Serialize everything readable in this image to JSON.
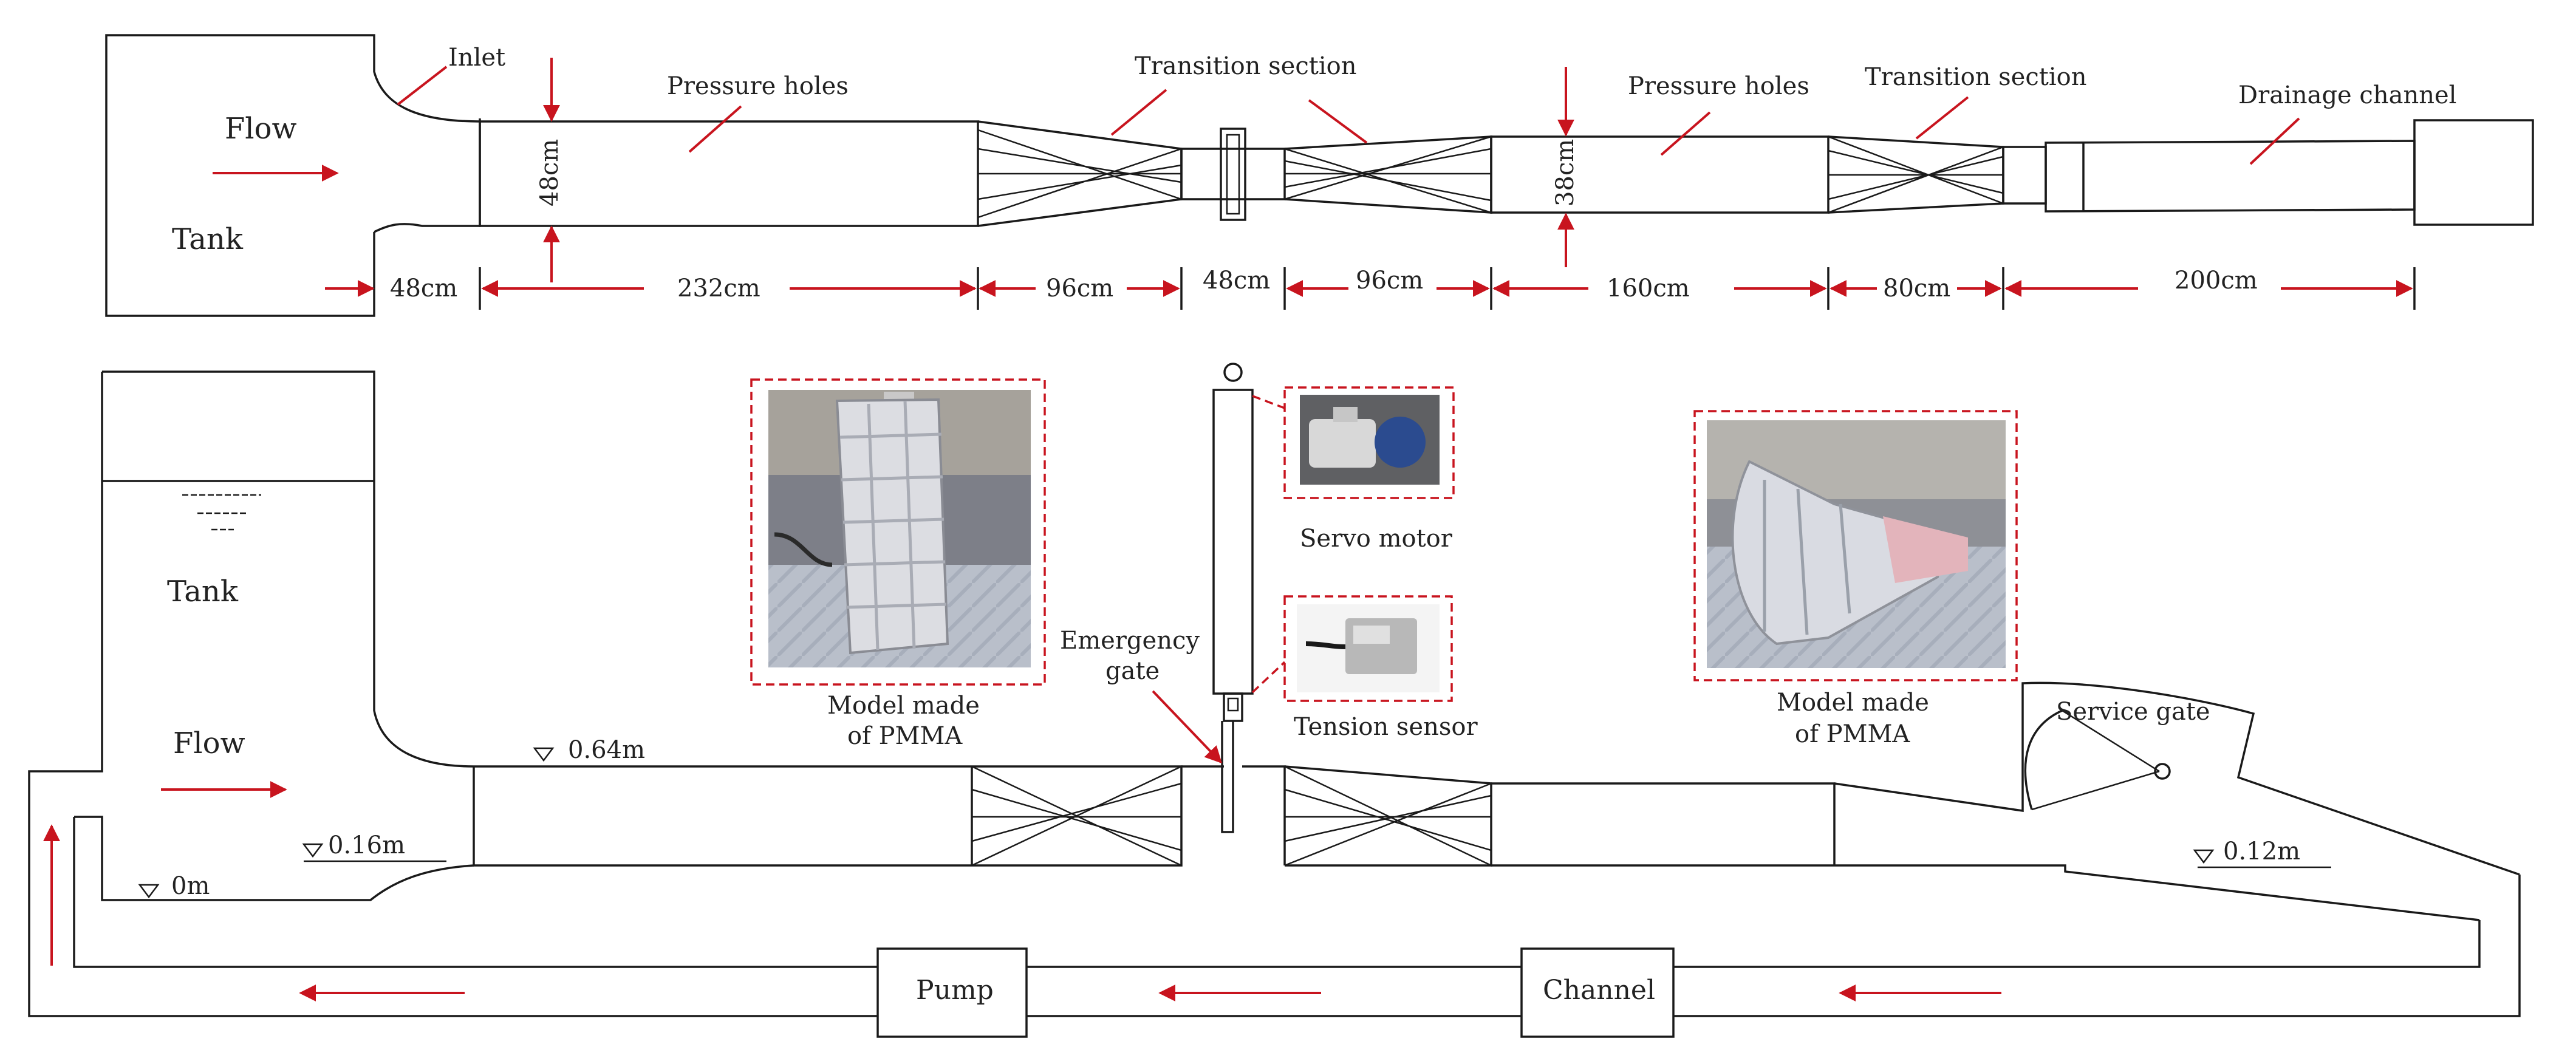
{
  "colors": {
    "arrow": "#c8141e",
    "line": "#1a1a1a"
  },
  "plan": {
    "flow": "Flow",
    "tank": "Tank",
    "inlet": "Inlet",
    "pressure_holes_1": "Pressure holes",
    "pressure_holes_2": "Pressure holes",
    "transition_1": "Transition section",
    "transition_2": "Transition section",
    "drainage": "Drainage channel",
    "width_1": "48cm",
    "width_2": "38cm",
    "dims": [
      "48cm",
      "232cm",
      "96cm",
      "48cm",
      "96cm",
      "160cm",
      "80cm",
      "200cm"
    ]
  },
  "elevation": {
    "tank": "Tank",
    "flow": "Flow",
    "level_064": "0.64m",
    "level_016": "0.16m",
    "level_0": "0m",
    "level_012": "0.12m",
    "model_1_line1": "Model made",
    "model_1_line2": "of PMMA",
    "model_2_line1": "Model made",
    "model_2_line2": "of PMMA",
    "emergency_line1": "Emergency",
    "emergency_line2": "gate",
    "servo": "Servo motor",
    "tension": "Tension sensor",
    "service_gate": "Service gate",
    "pump": "Pump",
    "channel": "Channel"
  }
}
